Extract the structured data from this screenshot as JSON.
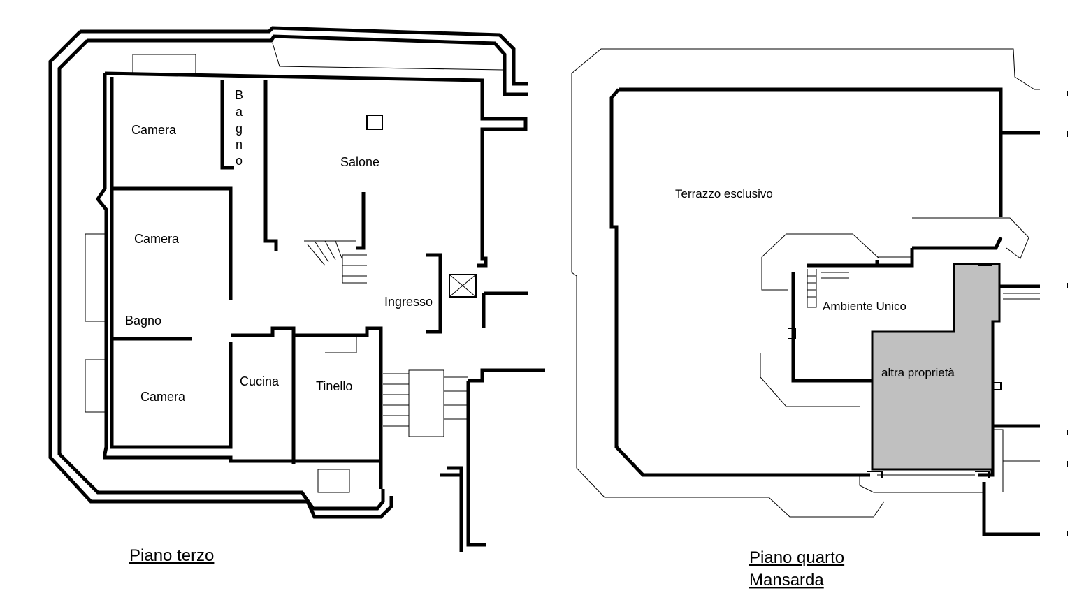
{
  "floor3": {
    "caption": "Piano terzo",
    "rooms": {
      "camera1": "Camera",
      "bagno_vertical": [
        "B",
        "a",
        "g",
        "n",
        "o"
      ],
      "salone": "Salone",
      "camera2": "Camera",
      "bagno": "Bagno",
      "camera3": "Camera",
      "ingresso": "Ingresso",
      "cucina": "Cucina",
      "tinello": "Tinello"
    }
  },
  "floor4": {
    "caption_line1": "Piano quarto",
    "caption_line2": "Mansarda",
    "rooms": {
      "terrazzo": "Terrazzo esclusivo",
      "ambiente": "Ambiente Unico",
      "altra": "altra proprietà"
    },
    "colors": {
      "altra_fill": "#c0c0c0"
    }
  }
}
